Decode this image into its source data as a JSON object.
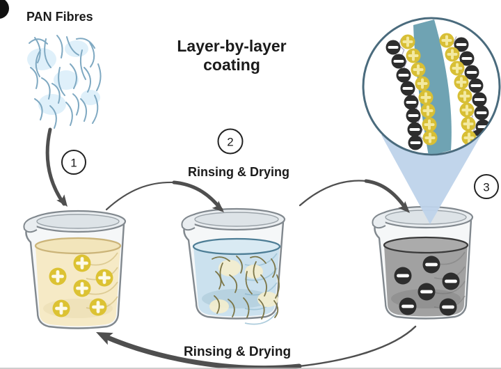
{
  "figure": {
    "fibre_label": "PAN Fibres",
    "title_line1": "Layer-by-layer",
    "title_line2": "coating",
    "rinse_label_top": "Rinsing & Drying",
    "rinse_label_bottom": "Rinsing & Drying"
  },
  "steps": [
    {
      "number": "1"
    },
    {
      "number": "2"
    },
    {
      "number": "3"
    }
  ],
  "beakers": [
    {
      "id": "positive-charge-bath",
      "charge_symbol": "+",
      "charge_count": 6,
      "liquid_color": "#f6eac6",
      "liquid_top_color": "#f2e5bb",
      "liquid_edge_color": "#cbb479",
      "graduation_color": "#d8c58b",
      "token_fill": "#dcc233",
      "token_glyph_color": "#fdfae8"
    },
    {
      "id": "rinsing-bath-with-fibres",
      "charge_symbol": "",
      "charge_count": 0,
      "liquid_color": "#cbe1ee",
      "liquid_top_color": "#d9eaf3",
      "liquid_edge_color": "#4d7d95",
      "graduation_color": "#9fc3d6",
      "fibre_color": "#7c7648",
      "fibre_glow_color": "#f5eecd"
    },
    {
      "id": "negative-charge-bath",
      "charge_symbol": "−",
      "charge_count": 6,
      "liquid_color": "#a1a1a1",
      "liquid_top_color": "#ababab",
      "liquid_edge_color": "#3a3a3a",
      "graduation_color": "#8b8b8b",
      "token_fill": "#2d2d2d",
      "token_glyph_color": "#ffffff"
    }
  ],
  "inset": {
    "border_color": "#4a6b7d",
    "band_color": "#6fa3b3",
    "funnel_color": "#bed3ea",
    "plus_symbol": "+",
    "minus_symbol": "−",
    "plus_fill": "#d8bf35",
    "plus_glyph_color": "#f3e9a0",
    "minus_fill": "#2d2d2d",
    "minus_glyph_color": "#ffffff",
    "plus_per_side": 8,
    "minus_per_side": 8,
    "chain_color": "#b3b1c4"
  },
  "sketch": {
    "fibre_color": "#7fa9c2",
    "glow_color": "#d9edf9"
  },
  "arrows": {
    "color": "#4f4f4f"
  },
  "glass": {
    "outline_color": "#81888e",
    "rim_fill": "#e9edf0",
    "body_fill": "#eef2f4"
  }
}
